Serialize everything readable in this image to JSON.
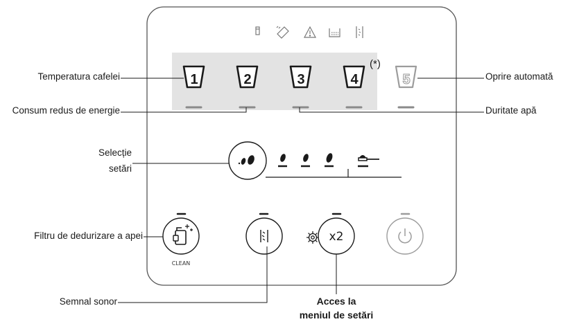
{
  "labels": {
    "temperature": "Temperatura cafelei",
    "energy": "Consum redus de energie",
    "selection_line1": "Selecție",
    "selection_line2": "setări",
    "filter": "Filtru de dedurizare a apei",
    "beep": "Semnal sonor",
    "access_line1": "Acces la",
    "access_line2": "meniul de setări",
    "auto_off": "Oprire automată",
    "hardness": "Duritate apă"
  },
  "button_numbers": [
    "1",
    "2",
    "3",
    "4",
    "5"
  ],
  "asterisk": "(*)",
  "clean_label": "CLEAN",
  "x2_label": "x2",
  "status_icons": [
    "milk-icon",
    "descale-icon",
    "warning-icon",
    "grounds-container-icon",
    "water-icon"
  ],
  "colors": {
    "panel_border": "#555555",
    "highlight_bg": "#e3e3e3",
    "dash": "#8a8a8a",
    "disabled": "#9c9c9c",
    "text": "#1a1a1a"
  }
}
